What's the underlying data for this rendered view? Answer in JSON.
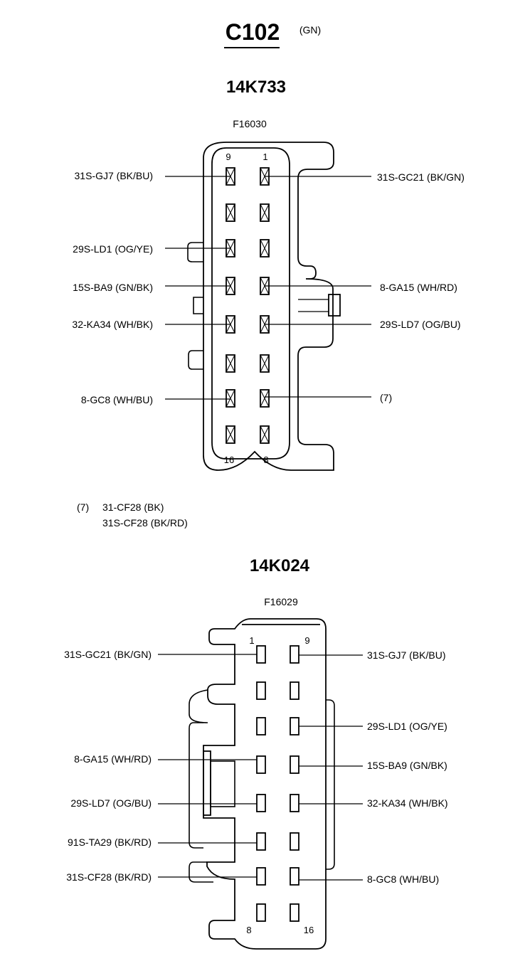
{
  "header": {
    "connector_id": "C102",
    "color_code": "(GN)"
  },
  "connectors": [
    {
      "part_number": "14K733",
      "face_code": "F16030",
      "pin_labels": {
        "top_left": "9",
        "top_right": "1",
        "bottom_left": "16",
        "bottom_right": "8"
      },
      "wires": [
        {
          "label": "31S-GJ7 (BK/BU)",
          "side": "left",
          "pin": 9
        },
        {
          "label": "29S-LD1 (OG/YE)",
          "side": "left",
          "pin": 11
        },
        {
          "label": "15S-BA9 (GN/BK)",
          "side": "left",
          "pin": 12
        },
        {
          "label": "32-KA34 (WH/BK)",
          "side": "left",
          "pin": 13
        },
        {
          "label": "8-GC8 (WH/BU)",
          "side": "left",
          "pin": 15
        },
        {
          "label": "31S-GC21 (BK/GN)",
          "side": "right",
          "pin": 1
        },
        {
          "label": "8-GA15 (WH/RD)",
          "side": "right",
          "pin": 4
        },
        {
          "label": "29S-LD7 (OG/BU)",
          "side": "right",
          "pin": 5
        },
        {
          "label": "(7)",
          "side": "right",
          "pin": 7
        }
      ]
    },
    {
      "part_number": "14K024",
      "face_code": "F16029",
      "pin_labels": {
        "top_left": "1",
        "top_right": "9",
        "bottom_left": "8",
        "bottom_right": "16"
      },
      "wires": [
        {
          "label": "31S-GC21 (BK/GN)",
          "side": "left",
          "pin": 1
        },
        {
          "label": "8-GA15 (WH/RD)",
          "side": "left",
          "pin": 4
        },
        {
          "label": "29S-LD7 (OG/BU)",
          "side": "left",
          "pin": 5
        },
        {
          "label": "91S-TA29 (BK/RD)",
          "side": "left",
          "pin": 6
        },
        {
          "label": "31S-CF28 (BK/RD)",
          "side": "left",
          "pin": 7
        },
        {
          "label": "31S-GJ7 (BK/BU)",
          "side": "right",
          "pin": 9
        },
        {
          "label": "29S-LD1 (OG/YE)",
          "side": "right",
          "pin": 11
        },
        {
          "label": "15S-BA9 (GN/BK)",
          "side": "right",
          "pin": 12
        },
        {
          "label": "32-KA34 (WH/BK)",
          "side": "right",
          "pin": 13
        },
        {
          "label": "8-GC8 (WH/BU)",
          "side": "right",
          "pin": 15
        }
      ]
    }
  ],
  "note": {
    "ref": "(7)",
    "line1": "31-CF28 (BK)",
    "line2": "31S-CF28 (BK/RD)"
  }
}
